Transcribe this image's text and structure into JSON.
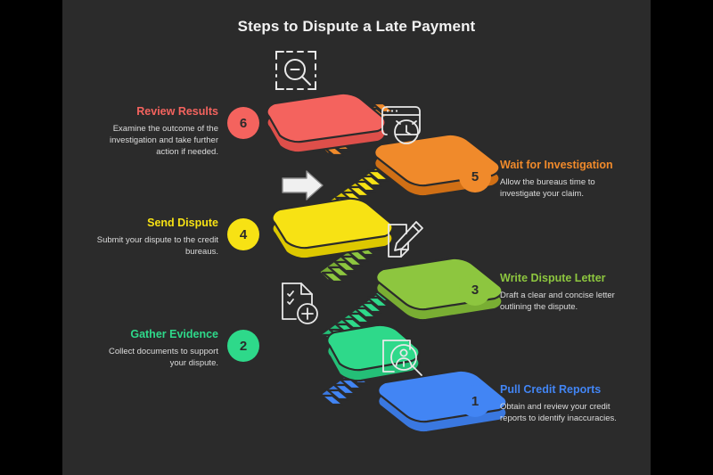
{
  "page": {
    "title": "Steps to Dispute a Late Payment",
    "background": "#2b2b2b",
    "frame_color": "#000000",
    "title_color": "#f2f2f2"
  },
  "steps": [
    {
      "number": "1",
      "heading": "Pull Credit Reports",
      "description": "Obtain and review your credit reports to identify inaccuracies.",
      "color": "#4285f4",
      "side": "right",
      "icon": "profile-search-icon"
    },
    {
      "number": "2",
      "heading": "Gather Evidence",
      "description": "Collect documents to support your dispute.",
      "color": "#2ed98a",
      "side": "left",
      "icon": "document-checklist-add-icon"
    },
    {
      "number": "3",
      "heading": "Write Dispute Letter",
      "description": "Draft a clear and concise letter outlining the dispute.",
      "color": "#8dc63f",
      "side": "right",
      "icon": "document-edit-icon"
    },
    {
      "number": "4",
      "heading": "Send Dispute",
      "description": "Submit your dispute to the credit bureaus.",
      "color": "#f7e214",
      "side": "left",
      "icon": "arrow-right-icon"
    },
    {
      "number": "5",
      "heading": "Wait for Investigation",
      "description": "Allow the bureaus time to investigate your claim.",
      "color": "#f08a2b",
      "side": "right",
      "icon": "browser-clock-icon"
    },
    {
      "number": "6",
      "heading": "Review Results",
      "description": "Examine the outcome of the investigation and take further action if needed.",
      "color": "#f4635e",
      "side": "left",
      "icon": "scan-search-icon"
    }
  ],
  "illustration": {
    "type": "isometric-staircase",
    "platform_colors": [
      "#4285f4",
      "#2ed98a",
      "#8dc63f",
      "#f7e214",
      "#f08a2b",
      "#f4635e"
    ],
    "direction": "ascending-from-bottom-right-to-top-left",
    "outline_color": "#2b2b2b"
  }
}
